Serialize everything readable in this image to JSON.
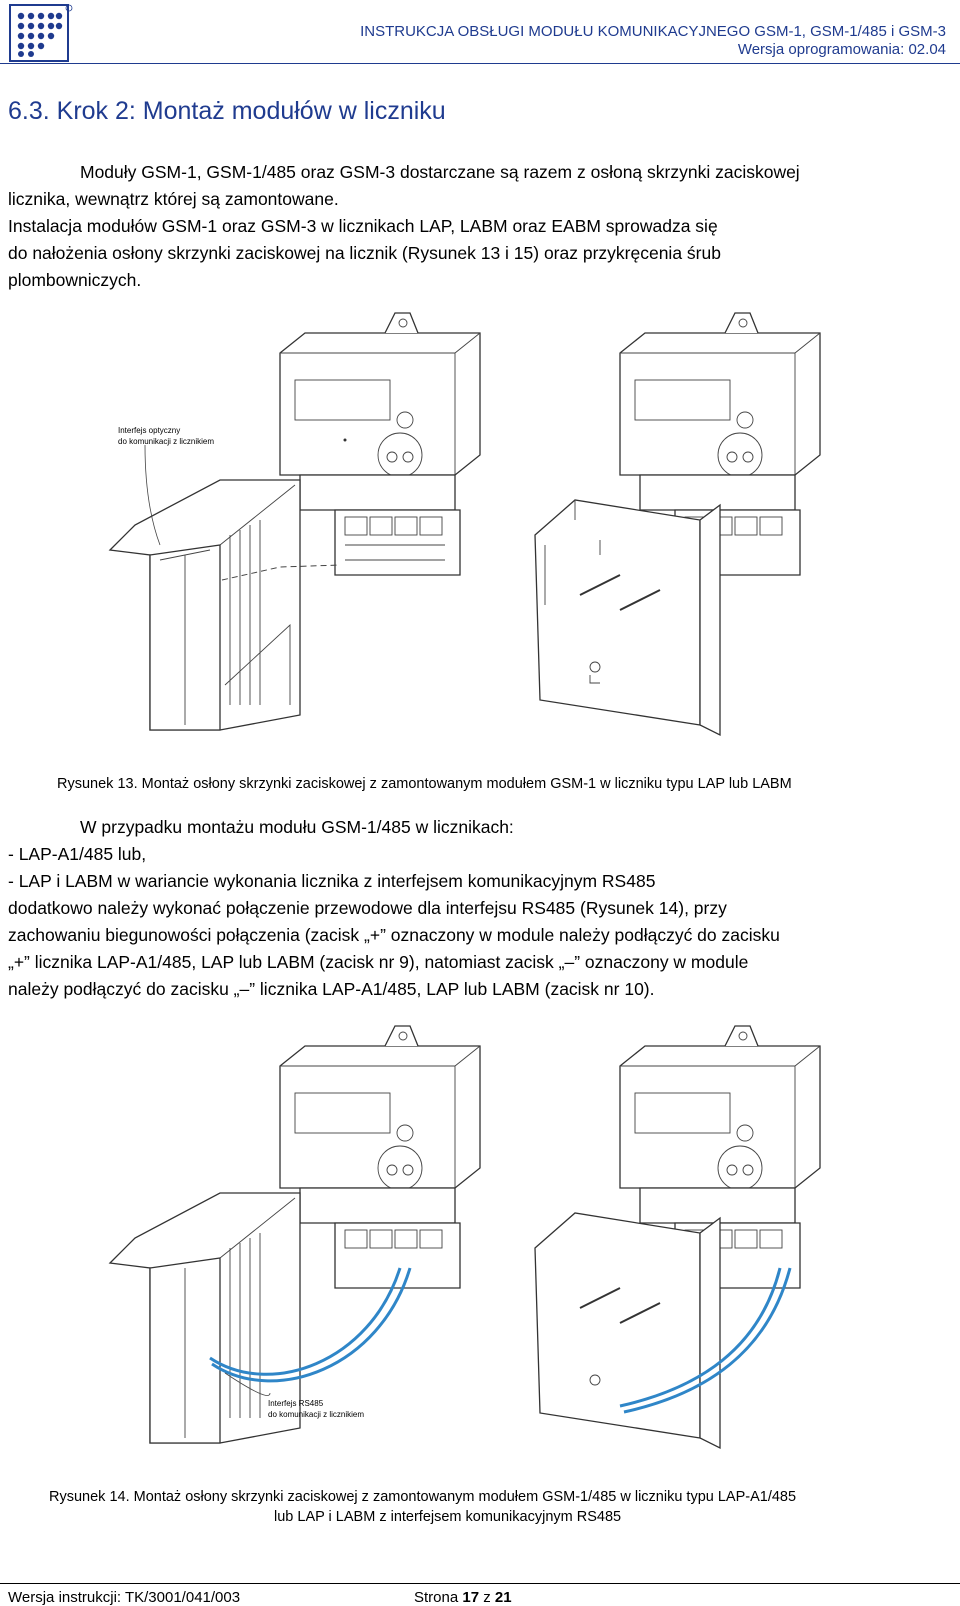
{
  "header": {
    "title": "INSTRUKCJA OBSŁUGI MODUŁU KOMUNIKACYJNEGO GSM-1, GSM-1/485 i GSM-3",
    "version": "Wersja oprogramowania: 02.04"
  },
  "section_title": "6.3. Krok 2: Montaż modułów w liczniku",
  "para1": [
    "Moduły GSM-1, GSM-1/485 oraz GSM-3 dostarczane są razem z osłoną skrzynki zaciskowej",
    "licznika, wewnątrz której są zamontowane.",
    "Instalacja modułów GSM-1 oraz GSM-3 w licznikach LAP, LABM oraz EABM sprowadza się",
    "do nałożenia osłony skrzynki zaciskowej na licznik (Rysunek 13 i 15) oraz przykręcenia śrub",
    "plombowniczych."
  ],
  "fig13": {
    "label_line1": "Interfejs optyczny",
    "label_line2": "do komunikacji z licznikiem",
    "caption": "Rysunek 13. Montaż osłony skrzynki zaciskowej z zamontowanym modułem GSM-1 w liczniku typu LAP lub LABM"
  },
  "para2": [
    "W przypadku montażu modułu GSM-1/485 w licznikach:",
    "- LAP-A1/485 lub,",
    "- LAP i LABM w wariancie wykonania licznika z interfejsem komunikacyjnym RS485",
    "dodatkowo należy wykonać połączenie przewodowe dla interfejsu RS485 (Rysunek 14), przy",
    "zachowaniu biegunowości połączenia (zacisk „+” oznaczony w module należy podłączyć do zacisku",
    "„+” licznika LAP-A1/485, LAP lub LABM (zacisk nr 9), natomiast zacisk „–” oznaczony w module",
    "należy podłączyć do zacisku „–” licznika LAP-A1/485, LAP lub LABM (zacisk nr 10)."
  ],
  "fig14": {
    "label_line1": "Interfejs RS485",
    "label_line2": "do komunikacji z licznikiem",
    "caption_line1": "Rysunek 14. Montaż osłony skrzynki zaciskowej z zamontowanym modułem GSM-1/485 w liczniku typu LAP-A1/485",
    "caption_line2": "lub LAP i LABM z interfejsem komunikacyjnym RS485"
  },
  "footer": {
    "doc_version": "Wersja instrukcji: TK/3001/041/003",
    "page_prefix": "Strona",
    "page_current": "17",
    "page_sep": "z",
    "page_total": "21"
  },
  "colors": {
    "heading": "#1f3b8f",
    "cable": "#2f86c8"
  }
}
